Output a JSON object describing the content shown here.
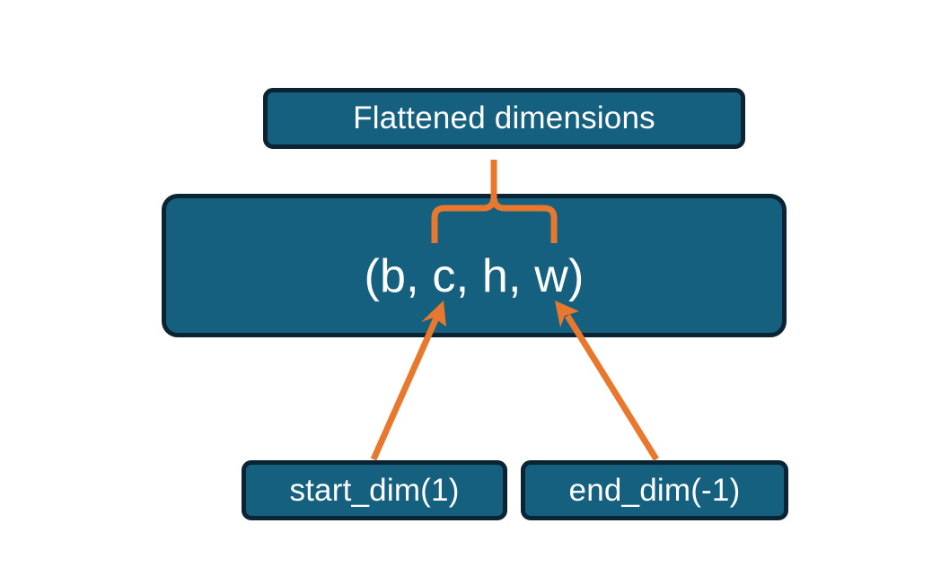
{
  "diagram": {
    "title_node": {
      "label": "Flattened dimensions"
    },
    "shape_node": {
      "label": "(b, c, h, w)"
    },
    "argument_nodes": [
      {
        "label": "start_dim(1)"
      },
      {
        "label": "end_dim(-1)"
      }
    ],
    "connectors": [
      {
        "name": "brace-to-flattened",
        "kind": "curly-brace-up"
      },
      {
        "name": "arrow-start-dim-to-c",
        "kind": "arrow-up-right"
      },
      {
        "name": "arrow-end-dim-to-w",
        "kind": "arrow-up-left"
      }
    ],
    "colors": {
      "node_fill": "#16607f",
      "node_border": "#0b2433",
      "node_text": "#ffffff",
      "connector": "#e8782d",
      "background": "#ffffff"
    }
  }
}
